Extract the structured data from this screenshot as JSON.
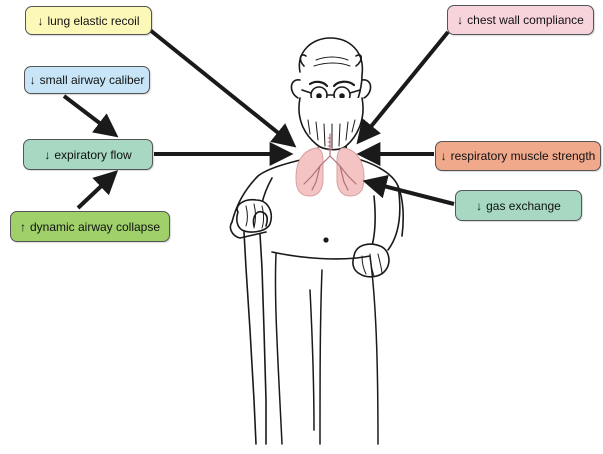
{
  "labels": {
    "lung_elastic_recoil": {
      "arrow": "↓",
      "text": "lung elastic recoil",
      "color": "#fbf8b8"
    },
    "small_airway_caliber": {
      "arrow": "↓",
      "text": "small airway caliber",
      "color": "#c7e5f7"
    },
    "expiratory_flow": {
      "arrow": "↓",
      "text": "expiratory flow",
      "color": "#a6d8c2"
    },
    "dynamic_airway_collapse": {
      "arrow": "↑",
      "text": "dynamic airway collapse",
      "color": "#9fd06a"
    },
    "chest_wall_compliance": {
      "arrow": "↓",
      "text": "chest wall compliance",
      "color": "#f7d4dc"
    },
    "respiratory_muscle_strength": {
      "arrow": "↓",
      "text": "respiratory muscle strength",
      "color": "#f1a98c"
    },
    "gas_exchange": {
      "arrow": "↓",
      "text": "gas exchange",
      "color": "#a6d8c2"
    }
  },
  "colors": {
    "lungs": "#f4c4c4",
    "airways": "#b0707a",
    "outline": "#1a1a1a"
  }
}
